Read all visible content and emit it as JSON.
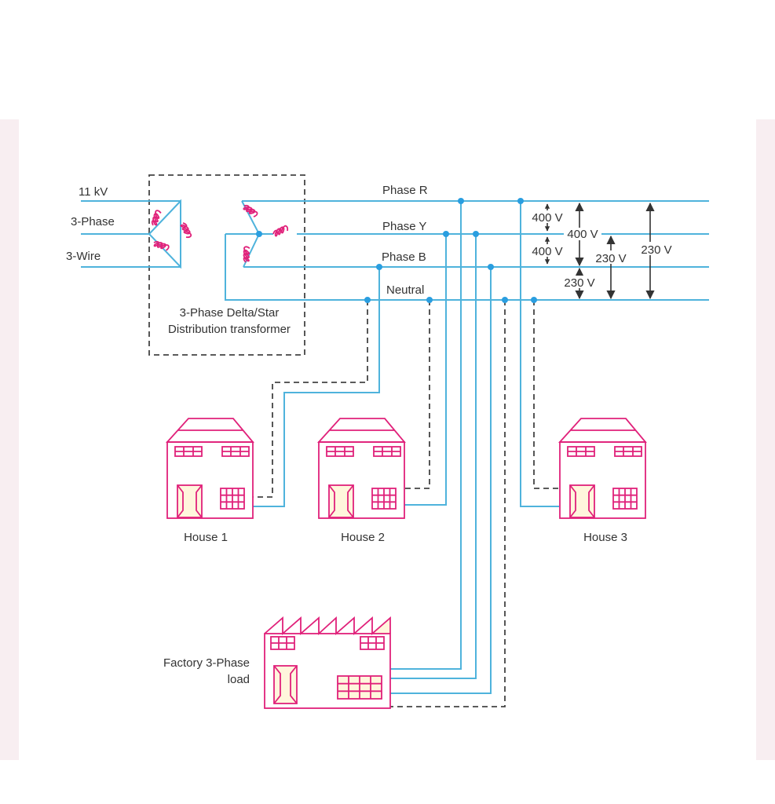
{
  "colors": {
    "wire": "#4fb3dc",
    "building": "#e0217a",
    "neutral_dashed": "#444444",
    "junction": "#2a9ee0",
    "side_panel": "#f8eef1"
  },
  "primary": {
    "voltage": "11 kV",
    "phase": "3-Phase",
    "wire": "3-Wire"
  },
  "transformer": {
    "line1": "3-Phase Delta/Star",
    "line2": "Distribution transformer"
  },
  "bus": {
    "r": "Phase R",
    "y": "Phase Y",
    "b": "Phase B",
    "n": "Neutral"
  },
  "voltages": {
    "ry": "400 V",
    "yb": "400 V",
    "rb": "400 V",
    "bn": "230 V",
    "yn": "230 V",
    "rn": "230 V"
  },
  "loads": {
    "house1": "House 1",
    "house2": "House 2",
    "house3": "House 3",
    "factory_line1": "Factory 3-Phase",
    "factory_line2": "load"
  }
}
